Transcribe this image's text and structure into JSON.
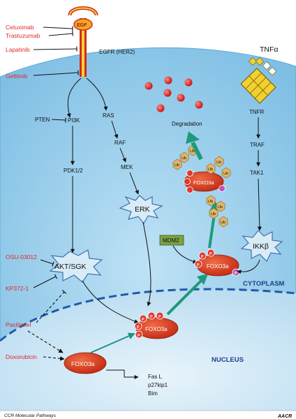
{
  "drugs": {
    "cetuximab": "Cetuximab",
    "trastuzumab": "Trastuzumab",
    "lapatinib": "Lapatinib",
    "gefitinib": "Gefitinib",
    "osu": "OSU-03012",
    "kp": "KP372-1",
    "paclitaxel": "Paclitaxel",
    "doxorubicin": "Doxorubicin"
  },
  "receptors": {
    "egf": "EGF",
    "egfr": "EGFR (HER2)",
    "tnfa": "TNFα",
    "tnfr": "TNFR"
  },
  "pathway": {
    "pten": "PTEN",
    "pi3k": "PI3K",
    "ras": "RAS",
    "raf": "RAF",
    "mek": "MEK",
    "erk": "ERK",
    "pdk": "PDK1/2",
    "akt": "AKT/SGK",
    "traf": "TRAF",
    "tak1": "TAK1",
    "ikkb": "IKKβ",
    "mdm2": "MDM2",
    "degradation": "Degradation"
  },
  "protein": {
    "foxo3a": "FOXO3a",
    "phospho": "P",
    "ubiquitin": "Ub"
  },
  "targets": {
    "fasl": "Fas L",
    "p27": "p27kip1",
    "bim": "Bim"
  },
  "regions": {
    "cytoplasm": "CYTOPLASM",
    "nucleus": "NUCLEUS"
  },
  "footer": {
    "text": "CCR Molecular Pathways",
    "logo": "AACR"
  },
  "colors": {
    "cell": "#8ec8ea",
    "nucleus": "#cfe8f6",
    "drug": "#e0262a",
    "foxo": "#d9371f",
    "arrow_teal": "#1f9a7a"
  }
}
